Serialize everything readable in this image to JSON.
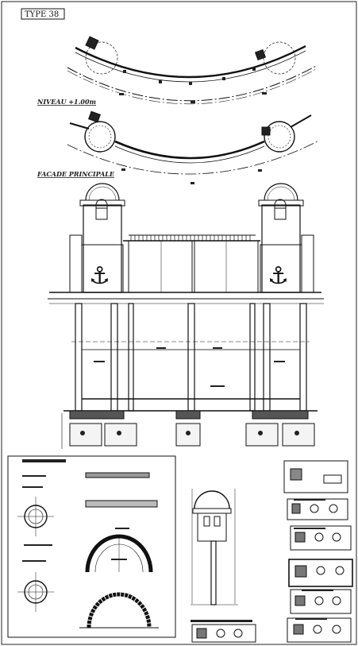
{
  "sheet": {
    "type_tag": "TYPE 38",
    "niveau_label": "NIVEAU +1.00m",
    "facade_label": "FACADE PRINCIPALE"
  }
}
